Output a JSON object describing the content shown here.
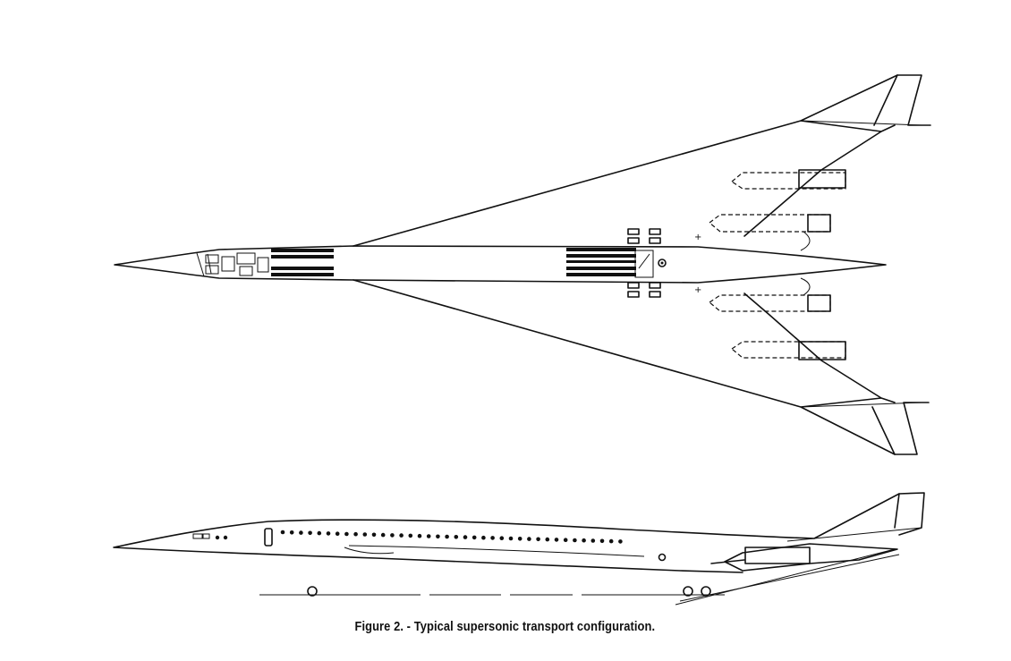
{
  "figure": {
    "caption": "Figure 2.  - Typical supersonic transport configuration.",
    "views": [
      "plan-view",
      "side-view"
    ]
  }
}
